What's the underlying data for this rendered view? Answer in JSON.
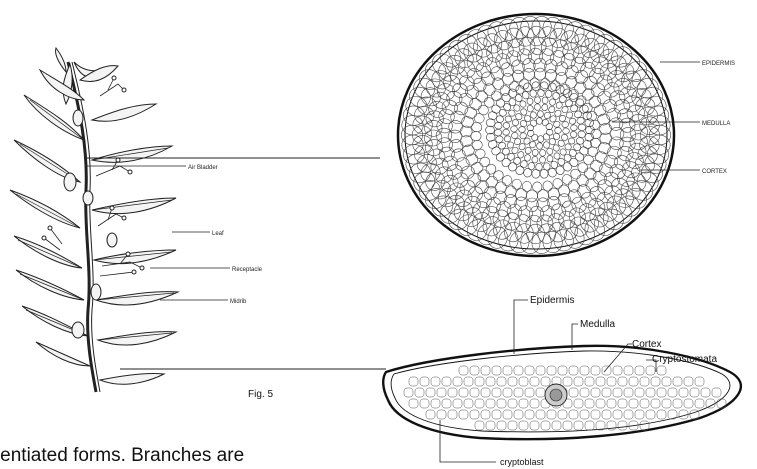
{
  "plant_labels": {
    "air_bladder": "Air Bladder",
    "leaf": "Leaf",
    "receptacle": "Receptacle",
    "midrib": "Midrib"
  },
  "cross_section_labels": {
    "epidermis": "EPIDERMIS",
    "medulla": "MEDULLA",
    "cortex": "CORTEX"
  },
  "leaf_section_labels": {
    "epidermis": "Epidermis",
    "medulla": "Medulla",
    "cortex": "Cortex",
    "cryptostomata": "Cryptostomata",
    "cryptoblast": "cryptoblast"
  },
  "figure_caption": "Fig. 5",
  "body_text": "ferentiated forms. Branches are"
}
